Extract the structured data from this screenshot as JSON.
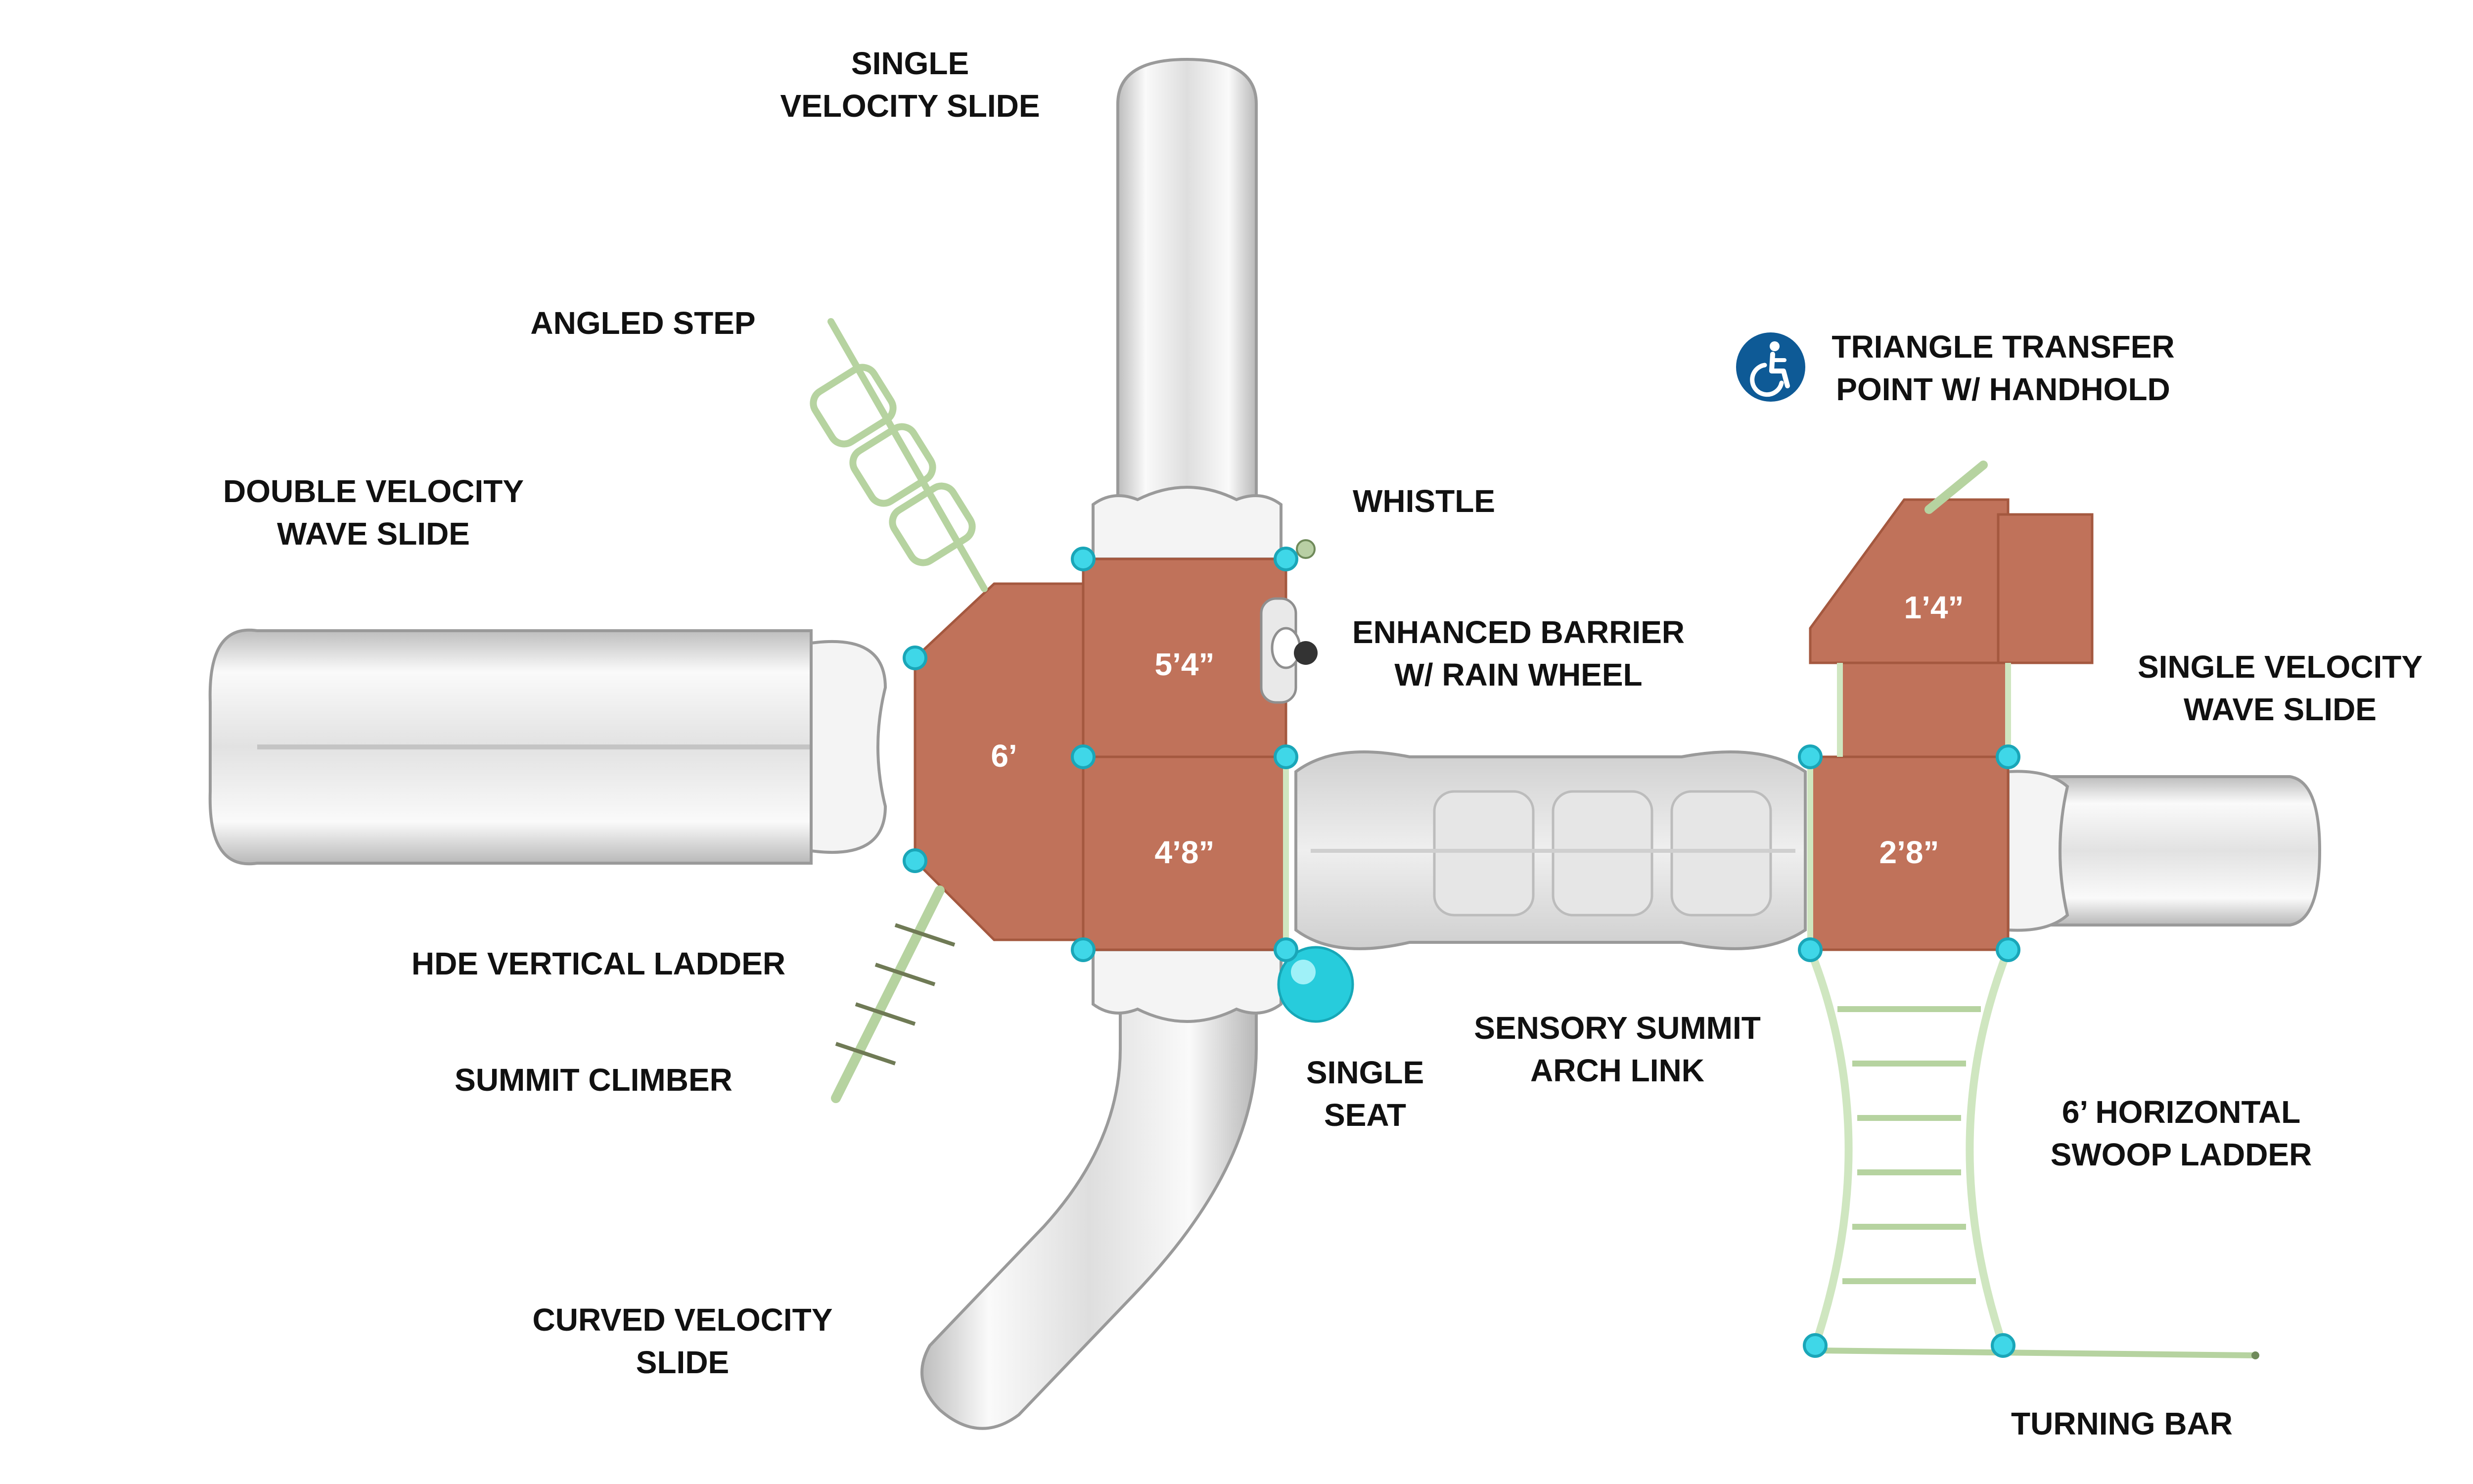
{
  "labels": {
    "single_velocity_slide": [
      "SINGLE",
      "VELOCITY SLIDE"
    ],
    "angled_step": [
      "ANGLED STEP"
    ],
    "double_velocity_wave_slide": [
      "DOUBLE VELOCITY",
      "WAVE SLIDE"
    ],
    "whistle": [
      "WHISTLE"
    ],
    "enhanced_barrier": [
      "ENHANCED BARRIER",
      "W/ RAIN WHEEL"
    ],
    "triangle_transfer": [
      "TRIANGLE TRANSFER",
      "POINT W/ HANDHOLD"
    ],
    "single_velocity_wave_slide": [
      "SINGLE VELOCITY",
      "WAVE SLIDE"
    ],
    "hde_vertical_ladder": [
      "HDE VERTICAL LADDER"
    ],
    "summit_climber": [
      "SUMMIT CLIMBER"
    ],
    "single_seat": [
      "SINGLE",
      "SEAT"
    ],
    "sensory_summit_arch_link": [
      "SENSORY SUMMIT",
      "ARCH LINK"
    ],
    "horizontal_swoop_ladder": [
      "6’ HORIZONTAL",
      "SWOOP LADDER"
    ],
    "curved_velocity_slide": [
      "CURVED VELOCITY",
      "SLIDE"
    ],
    "turning_bar": [
      "TURNING BAR"
    ]
  },
  "deck_heights": {
    "deck_6": "6’",
    "deck_5_4": "5’4”",
    "deck_4_8": "4’8”",
    "deck_2_8": "2’8”",
    "deck_1_4": "1’4”"
  },
  "icons": {
    "accessibility": "wheelchair-icon"
  },
  "colors": {
    "deck": "#c0725a",
    "slide": "#e6e6e6",
    "post_cap": "#3fd7e8",
    "climber": "#cfe6c0",
    "accessibility": "#0e5a96"
  }
}
